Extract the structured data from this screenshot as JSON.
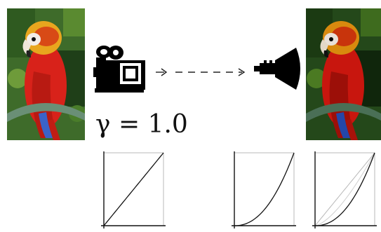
{
  "gamma_label": "γ = 1.0",
  "colors": {
    "parrot_red": "#d8221a",
    "foliage": "#3e6b2a",
    "device": "#000000",
    "curve": "#111111",
    "guide_line": "#b8b8b8"
  },
  "icons": [
    "parrot-photo",
    "video-camera-icon",
    "arrow",
    "crt-display-icon"
  ],
  "curves": [
    {
      "name": "camera-response",
      "exponent": 1.0
    },
    {
      "name": "display-response",
      "exponent": 2.2
    },
    {
      "name": "combined-response",
      "exponent": 2.2,
      "reference_exponent": 1.0
    }
  ]
}
